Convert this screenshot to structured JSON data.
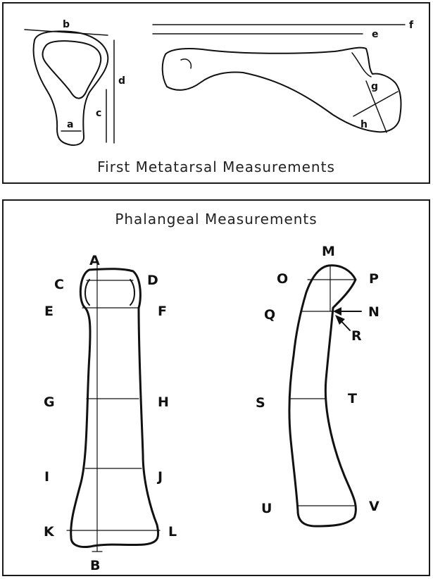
{
  "figure": {
    "top_caption": "First Metatarsal Measurements",
    "bottom_caption": "Phalangeal Measurements"
  },
  "metatarsal_labels": {
    "a": "a",
    "b": "b",
    "c": "c",
    "d": "d",
    "e": "e",
    "f": "f",
    "g": "g",
    "h": "h"
  },
  "phalanx_left_labels": {
    "A": "A",
    "B": "B",
    "C": "C",
    "D": "D",
    "E": "E",
    "F": "F",
    "G": "G",
    "H": "H",
    "I": "I",
    "J": "J",
    "K": "K",
    "L": "L"
  },
  "phalanx_right_labels": {
    "M": "M",
    "N": "N",
    "O": "O",
    "P": "P",
    "Q": "Q",
    "R": "R",
    "S": "S",
    "T": "T",
    "U": "U",
    "V": "V"
  }
}
